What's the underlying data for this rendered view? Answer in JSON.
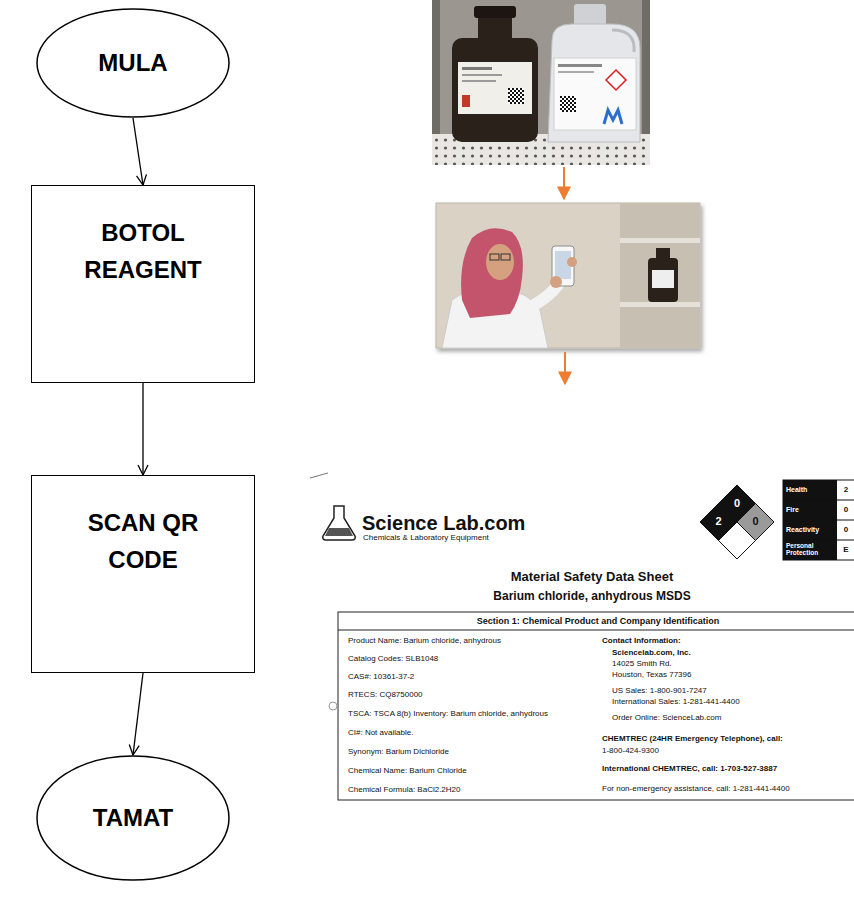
{
  "diagram": {
    "nodes": [
      {
        "text": [
          "MULA"
        ]
      },
      {
        "text": [
          "BOTOL REAGENT"
        ]
      },
      {
        "text": [
          "SCAN QR CODE"
        ]
      },
      {
        "text": [
          "TAMAT"
        ]
      }
    ],
    "edges": [
      {
        "from": 0,
        "to": 1,
        "arrow": "to"
      },
      {
        "from": 1,
        "to": 2,
        "arrow": "to"
      },
      {
        "from": 2,
        "to": 3,
        "arrow": "to"
      }
    ],
    "labels": [
      "Science Lab.com",
      "Chemicals & Laboratory Equipment",
      "2",
      "0",
      "0",
      "Health",
      "2",
      "Fire",
      "0",
      "Reactivity",
      "0",
      "Personal Protection",
      "E",
      "Material Safety Data Sheet",
      "Barium chloride, anhydrous MSDS",
      "Section 1: Chemical Product and Company Identification",
      "Product Name: Barium chloride, anhydrous",
      "Catalog Codes: SLB1048",
      "CAS#: 10361-37-2",
      "RTECS: CQ8750000",
      "TSCA: TSCA 8(b) Inventory: Barium chloride, anhydrous",
      "CI#: Not available.",
      "Synonym: Barium Dichloride",
      "Chemical Name: Barium Chloride",
      "Chemical Formula: BaCl2.2H20",
      "Contact Information:",
      "Sciencelab.com, Inc.",
      "14025 Smith Rd.",
      "Houston, Texas 77396",
      "US Sales: 1-800-901-7247",
      "International Sales: 1-281-441-4400",
      "Order Online: ScienceLab.com",
      "CHEMTREC (24HR Emergency Telephone), call:",
      "1-800-424-9300",
      "International CHEMTREC, call: 1-703-527-3887",
      "For non-emergency assistance, call: 1-281-441-4400"
    ]
  }
}
